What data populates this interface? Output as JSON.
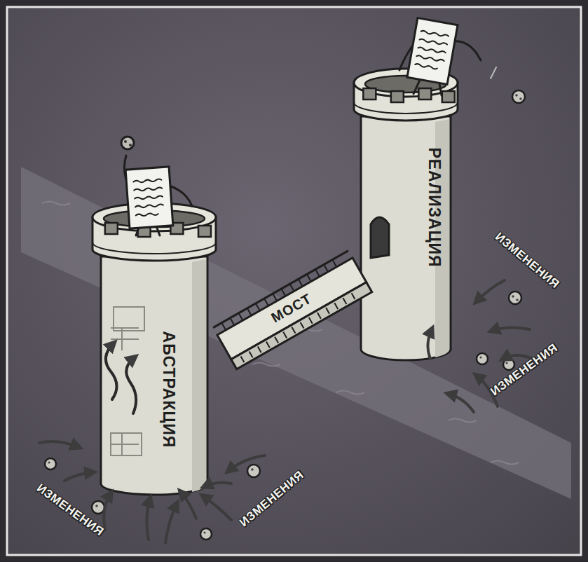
{
  "diagram": {
    "nodes": [
      {
        "text": [
          "АБСТРАКЦИЯ"
        ]
      },
      {
        "text": [
          "РЕАЛИЗАЦИЯ"
        ]
      }
    ],
    "edges": [
      {
        "from": 0,
        "to": 1,
        "arrow": "none",
        "label": "МОСТ"
      }
    ],
    "labels": [
      "ИЗМЕНЕНИЯ",
      "ИЗМЕНЕНИЯ",
      "ИЗМЕНЕНИЯ",
      "ИЗМЕНЕНИЯ"
    ]
  }
}
